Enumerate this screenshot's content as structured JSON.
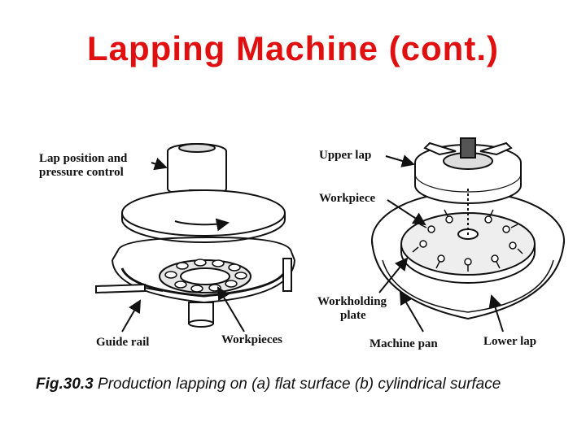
{
  "slide": {
    "title": "Lapping Machine (cont.)"
  },
  "figure": {
    "labels": {
      "lap_position_line1": "Lap position and",
      "lap_position_line2": "pressure control",
      "guide_rail": "Guide rail",
      "workpieces": "Workpieces",
      "upper_lap": "Upper lap",
      "workpiece": "Workpiece",
      "workholding_line1": "Workholding",
      "workholding_line2": "plate",
      "machine_pan": "Machine pan",
      "lower_lap": "Lower lap"
    },
    "caption": {
      "fig_number": "Fig.30.3",
      "text": " Production lapping on (a) flat surface  (b) cylindrical surface"
    }
  }
}
